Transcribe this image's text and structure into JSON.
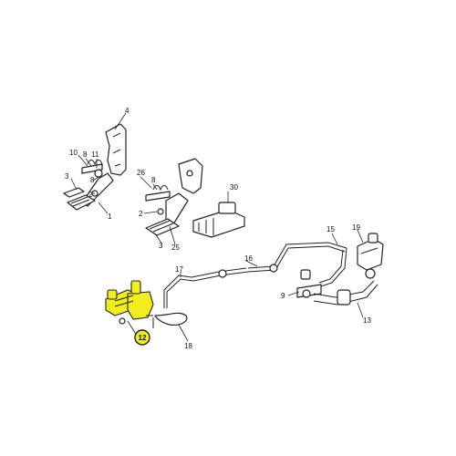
{
  "colors": {
    "highlight": "#f2ee1e",
    "line": "#222222",
    "background": "#ffffff"
  },
  "labels": {
    "l1": "1",
    "l2a": "2",
    "l2b": "2",
    "l3a": "3",
    "l3b": "3",
    "l4": "4",
    "l8a": "8",
    "l8b": "8",
    "l9": "9",
    "l10": "10",
    "l11": "11",
    "l12": "12",
    "l13": "13",
    "l15": "15",
    "l16": "16",
    "l17": "17",
    "l18": "18",
    "l19": "19",
    "l25": "25",
    "l26": "26",
    "l30": "30"
  },
  "highlighted_part": "12"
}
